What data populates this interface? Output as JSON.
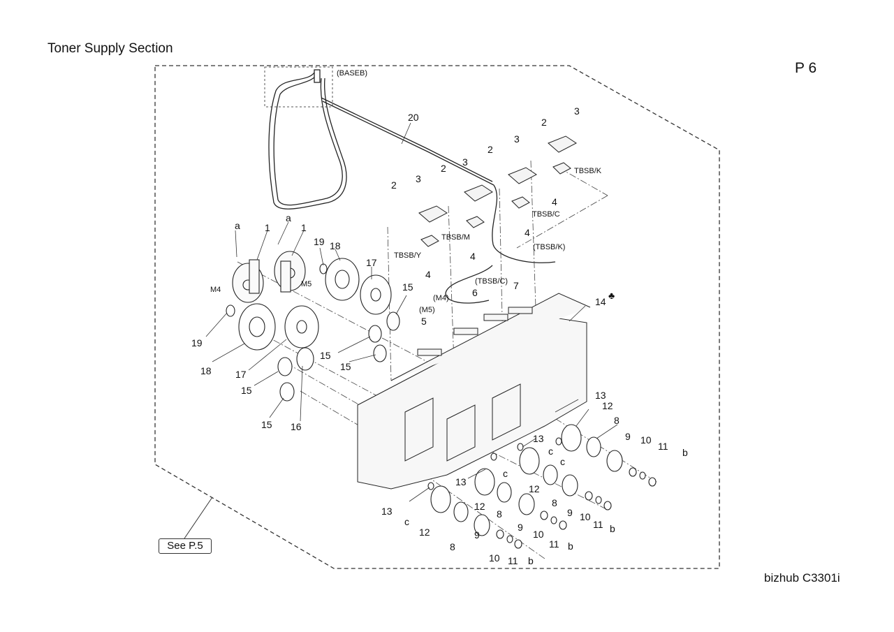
{
  "header": {
    "title": "Toner Supply Section",
    "page": "P 6"
  },
  "footer": {
    "model": "bizhub C3301i",
    "see_ref": "See P.5"
  },
  "labels": {
    "baseb": "(BASEB)",
    "harness": "20",
    "tbsb_k": "TBSB/K",
    "tbsb_c": "TBSB/C",
    "tbsb_m": "TBSB/M",
    "tbsb_y": "TBSB/Y",
    "tbsb_k_conn": "(TBSB/K)",
    "tbsb_c_conn": "(TBSB/C)",
    "m4_conn": "(M4)",
    "m5_conn": "(M5)",
    "motor_m4": "M4",
    "motor_m5": "M5",
    "club": "♣",
    "screw_a": "a",
    "screw_b": "b",
    "screw_c": "c",
    "p1": "1",
    "p2": "2",
    "p3": "3",
    "p4": "4",
    "p5": "5",
    "p6": "6",
    "p7": "7",
    "p8": "8",
    "p9": "9",
    "p10": "10",
    "p11": "11",
    "p12": "12",
    "p13": "13",
    "p14": "14",
    "p15": "15",
    "p16": "16",
    "p17": "17",
    "p18": "18",
    "p19": "19"
  }
}
